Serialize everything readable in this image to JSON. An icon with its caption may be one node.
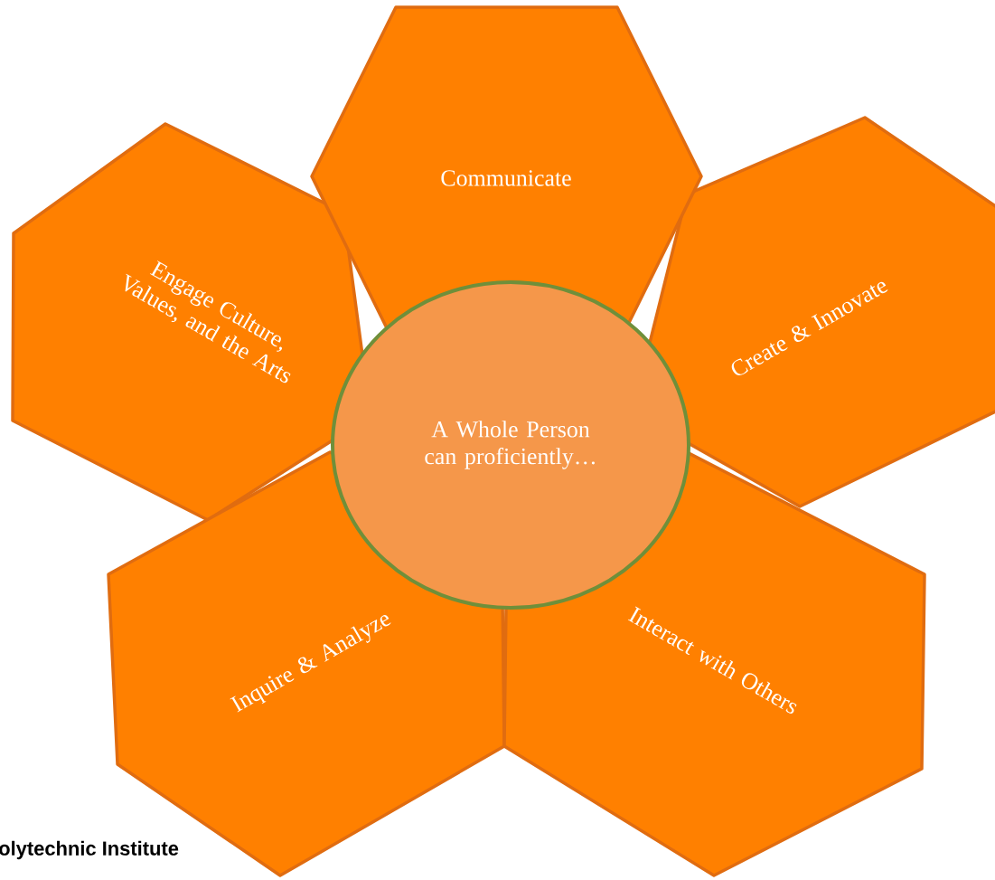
{
  "diagram": {
    "nodes": [
      {
        "text": [
          "Communicate"
        ]
      },
      {
        "text": [
          "Engage Culture, Values, and the Arts"
        ]
      },
      {
        "text": [
          "Create & Innovate"
        ]
      },
      {
        "text": [
          "A Whole Person can proficiently…"
        ]
      },
      {
        "text": [
          "Inquire & Analyze"
        ]
      },
      {
        "text": [
          "Interact with Others"
        ]
      }
    ],
    "labels": [
      "olytechnic Institute"
    ]
  }
}
